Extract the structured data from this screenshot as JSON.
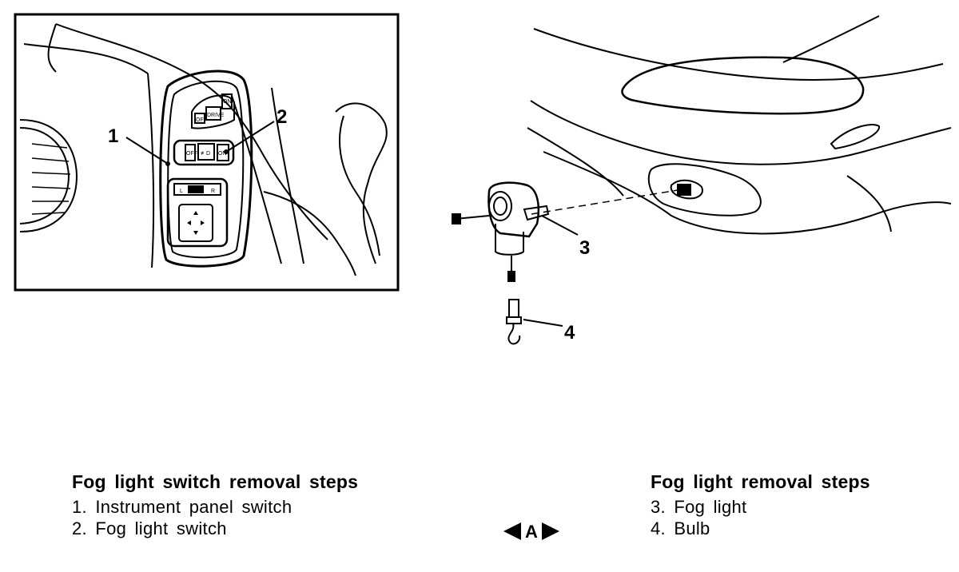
{
  "callouts": {
    "c1": "1",
    "c2": "2",
    "c3": "3",
    "c4": "4"
  },
  "switch_panel": {
    "mirror_knob_labels": {
      "off": "OFF",
      "drive": "DRIVE",
      "on": "ON"
    },
    "fog_switch_labels": {
      "off": "OFF",
      "fog": "≢D",
      "on": "ON"
    },
    "mirror_select_labels": {
      "left": "L",
      "right": "R"
    }
  },
  "left_caption": {
    "title": "Fog light switch removal steps",
    "steps": [
      "1. Instrument panel switch",
      "2. Fog light switch"
    ]
  },
  "right_caption": {
    "title": "Fog light removal steps",
    "steps": [
      "3. Fog light",
      "4. Bulb"
    ]
  },
  "service_mark": {
    "letter": "A"
  }
}
